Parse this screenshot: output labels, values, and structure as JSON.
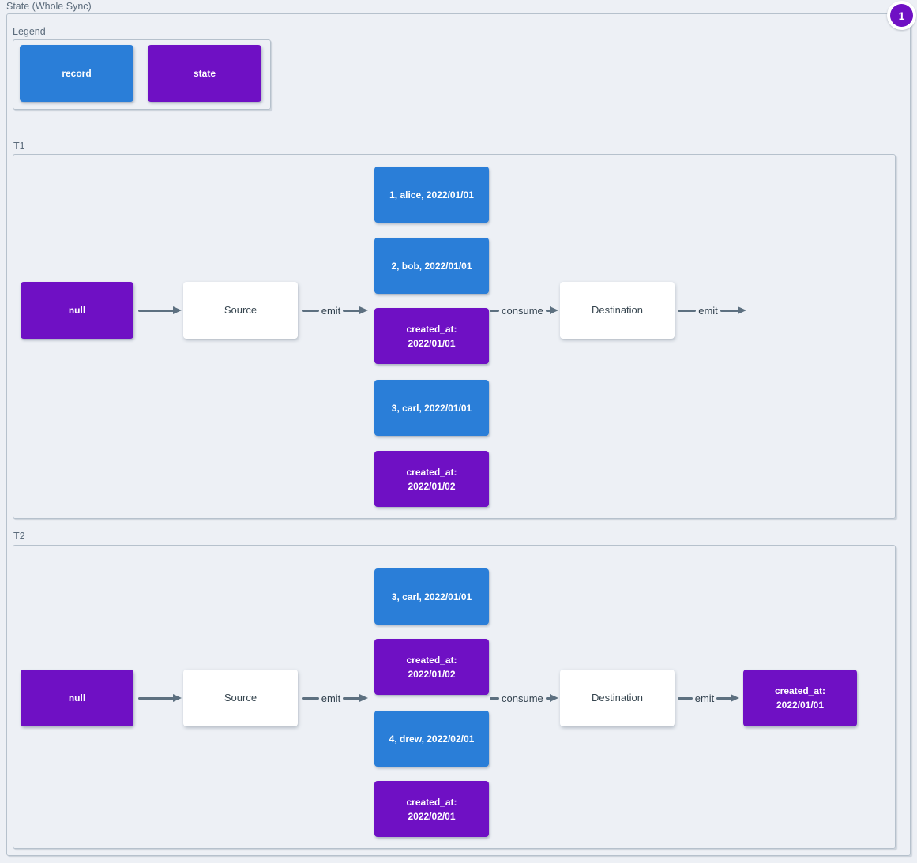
{
  "title": "State (Whole Sync)",
  "badge": {
    "count": "1"
  },
  "colors": {
    "record": "#2a7ed8",
    "state": "#6f10c4",
    "arrow": "#5d7080",
    "background": "#edf0f5"
  },
  "legend": {
    "label": "Legend",
    "record_label": "record",
    "state_label": "state"
  },
  "t1": {
    "label": "T1",
    "null_label": "null",
    "source_label": "Source",
    "emit_label": "emit",
    "stack": [
      {
        "type": "record",
        "label": "1, alice, 2022/01/01"
      },
      {
        "type": "record",
        "label": "2, bob, 2022/01/01"
      },
      {
        "type": "state",
        "label": "created_at:\n2022/01/01"
      },
      {
        "type": "record",
        "label": "3, carl, 2022/01/01"
      },
      {
        "type": "state",
        "label": "created_at:\n2022/01/02"
      }
    ],
    "consume_label": "consume",
    "destination_label": "Destination",
    "emit2_label": "emit"
  },
  "t2": {
    "label": "T2",
    "null_label": "null",
    "source_label": "Source",
    "emit_label": "emit",
    "stack": [
      {
        "type": "record",
        "label": "3, carl, 2022/01/01"
      },
      {
        "type": "state",
        "label": "created_at:\n2022/01/02"
      },
      {
        "type": "record",
        "label": "4, drew, 2022/02/01"
      },
      {
        "type": "state",
        "label": "created_at:\n2022/02/01"
      }
    ],
    "consume_label": "consume",
    "destination_label": "Destination",
    "emit2_label": "emit",
    "output_label": "created_at:\n2022/01/01"
  }
}
